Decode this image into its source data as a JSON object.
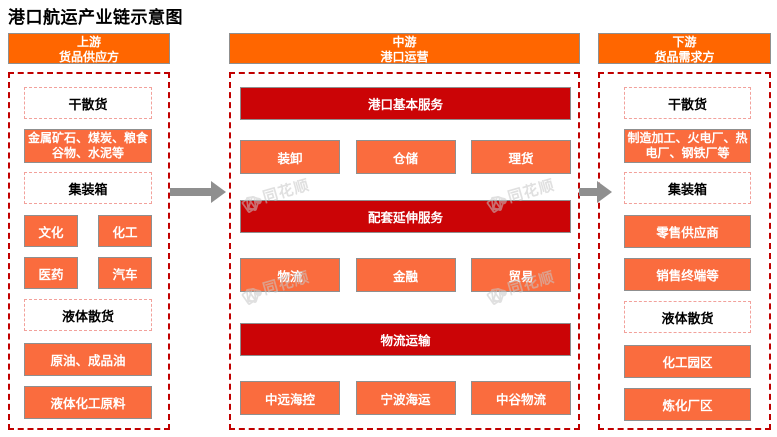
{
  "title": "港口航运产业链示意图",
  "watermark": {
    "text": "同花顺"
  },
  "colors": {
    "header_orange": "#FF6600",
    "item_orange": "#FA6C3E",
    "dark_red": "#CB0406",
    "frame_red": "#C00000",
    "pink_dash": "#F2A19B",
    "gray_border": "#8F8F8F",
    "arrow_gray": "#8F8F8F",
    "watermark_gray": "#C8C8C8"
  },
  "upstream": {
    "header_line1": "上游",
    "header_line2": "货品供应方",
    "boxes": {
      "cat_dry": "干散货",
      "dry_items": "金属矿石、煤炭、粮食谷物、水泥等",
      "cat_container": "集装箱",
      "pair1a": "文化",
      "pair1b": "化工",
      "pair2a": "医药",
      "pair2b": "汽车",
      "cat_liquid": "液体散货",
      "liquid1": "原油、成品油",
      "liquid2": "液体化工原料"
    }
  },
  "midstream": {
    "header_line1": "中游",
    "header_line2": "港口运营",
    "sections": [
      {
        "title": "港口基本服务",
        "items": [
          "装卸",
          "仓储",
          "理货"
        ]
      },
      {
        "title": "配套延伸服务",
        "items": [
          "物流",
          "金融",
          "贸易"
        ]
      },
      {
        "title": "物流运输",
        "items": [
          "中远海控",
          "宁波海运",
          "中谷物流"
        ]
      }
    ]
  },
  "downstream": {
    "header_line1": "下游",
    "header_line2": "货品需求方",
    "boxes": {
      "cat_dry": "干散货",
      "dry_items": "制造加工、火电厂、热电厂、钢铁厂等",
      "cat_container": "集装箱",
      "container1": "零售供应商",
      "container2": "销售终端等",
      "cat_liquid": "液体散货",
      "liquid1": "化工园区",
      "liquid2": "炼化厂区"
    }
  }
}
